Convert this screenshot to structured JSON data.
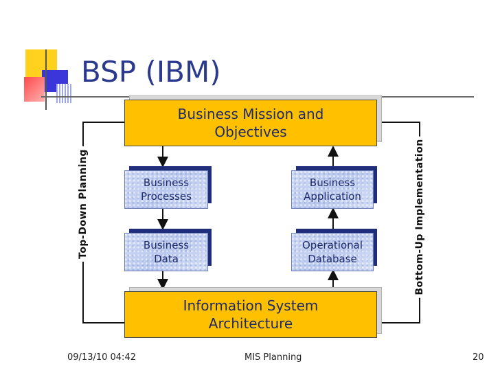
{
  "slide": {
    "title": "BSP (IBM)",
    "footer_date": "09/13/10 04:42",
    "footer_center": "MIS Planning",
    "page_number": "20"
  },
  "diagram": {
    "top_box": {
      "line1": "Business Mission and",
      "line2": "Objectives"
    },
    "bottom_box": {
      "line1": "Information System",
      "line2": "Architecture"
    },
    "left_column": [
      {
        "line1": "Business",
        "line2": "Processes"
      },
      {
        "line1": "Business",
        "line2": "Data"
      }
    ],
    "right_column": [
      {
        "line1": "Business",
        "line2": "Application"
      },
      {
        "line1": "Operational",
        "line2": "Database"
      }
    ],
    "left_label": "Top-Down Planning",
    "right_label": "Bottom-Up Implementation"
  },
  "colors": {
    "title": "#2b3a8f",
    "yellow_box": "#ffc000",
    "blue_box": "#c7d3f1",
    "blue_shadow": "#1f2d7a"
  }
}
